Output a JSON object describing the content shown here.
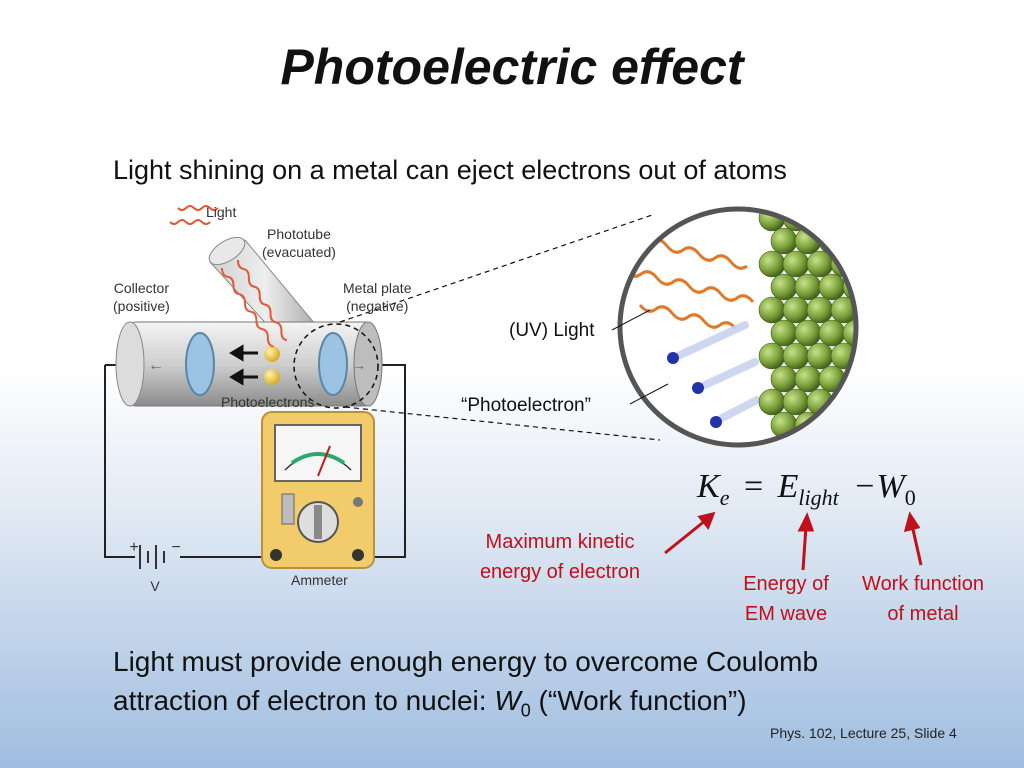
{
  "slide": {
    "title": "Photoelectric effect",
    "subtitle": "Light shining on a metal can eject electrons out of atoms",
    "footer_line1": "Light must provide enough energy to overcome Coulomb",
    "footer_line2_pre": "attraction of electron to nuclei: ",
    "footer_w": "W",
    "footer_w_sub": "0",
    "footer_line2_post": " (“Work function”)",
    "slide_number": "Phys. 102, Lecture 25, Slide 4"
  },
  "diagram": {
    "light": "Light",
    "phototube": "Phototube",
    "evacuated": "(evacuated)",
    "collector": "Collector",
    "positive": "(positive)",
    "metal_plate": "Metal plate",
    "negative": "(negative)",
    "photoelectrons": "Photoelectrons",
    "ammeter": "Ammeter",
    "battery_plus": "+",
    "battery_minus": "−",
    "battery_v": "V"
  },
  "callouts": {
    "uv_light": "(UV) Light",
    "photoelectron": "“Photoelectron”"
  },
  "equation": {
    "k": "K",
    "k_sub": "e",
    "eq": "=",
    "e": "E",
    "e_sub": "light",
    "minus": "−",
    "w": "W",
    "w_sub": "0"
  },
  "annotations": {
    "kinetic_line1": "Maximum kinetic",
    "kinetic_line2": "energy of electron",
    "energy_line1": "Energy of",
    "energy_line2": "EM wave",
    "work_line1": "Work function",
    "work_line2": "of metal"
  },
  "colors": {
    "annotation_red": "#c0101a",
    "electron_blue": "#2233aa",
    "metal_green": "#7aa03a",
    "wave_orange": "#e07a2a",
    "ammeter_yellow": "#f2cc6a"
  }
}
